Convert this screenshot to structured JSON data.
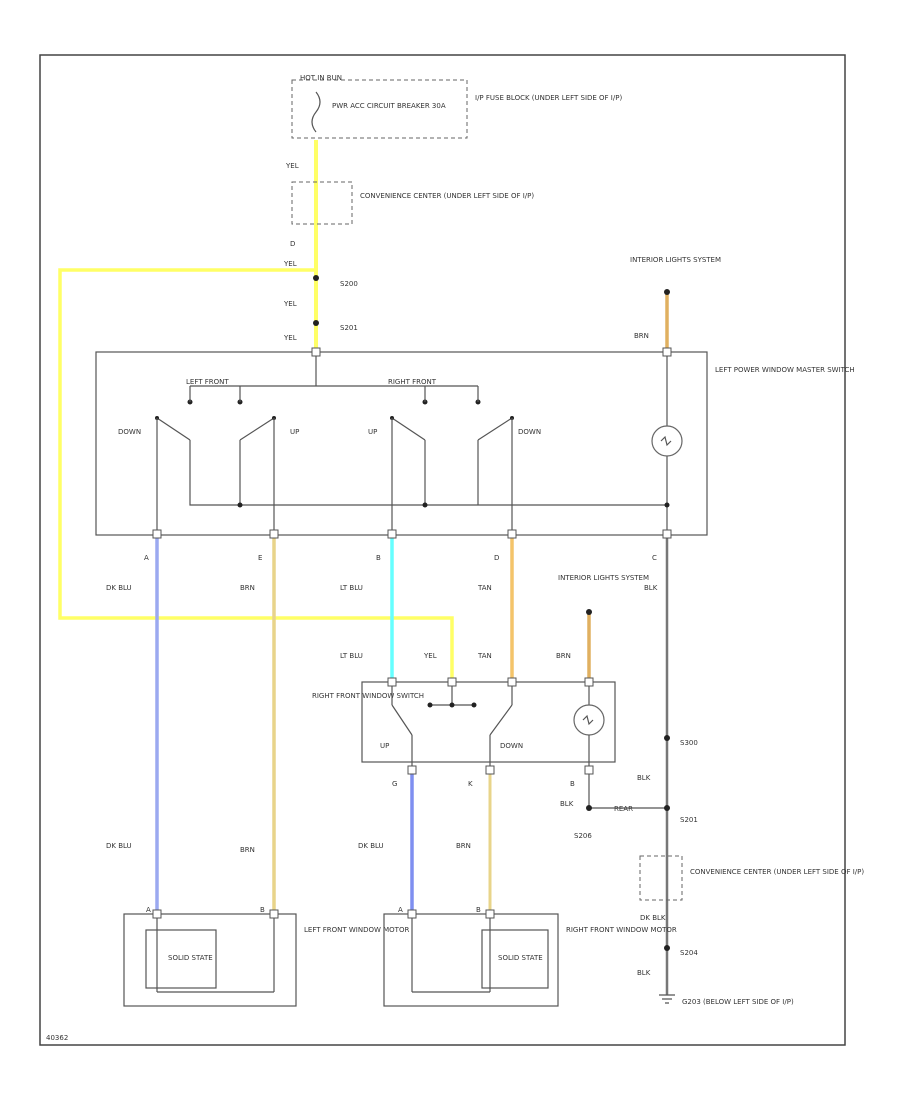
{
  "colors": {
    "YEL": "#ffff66",
    "DK_BLU": "#9ba9f0",
    "DK_BLU2": "#7f8ff0",
    "BRN": "#e8d48a",
    "TAN": "#f4c46a",
    "LT_BLU": "#66ffff",
    "BLK": "#777777",
    "ORANGE_BRN": "#e0b060"
  },
  "labels": {
    "hot_in_run": "HOT IN RUN",
    "pwr_acc_cb": "PWR ACC CIRCUIT BREAKER 30A",
    "ip_fuse_block": "I/P FUSE BLOCK (UNDER LEFT SIDE OF I/P)",
    "convenience_center_1": "CONVENIENCE CENTER (UNDER LEFT SIDE OF I/P)",
    "d_pin": "D",
    "yel_1": "YEL",
    "yel_2": "YEL",
    "yel_3": "YEL",
    "yel_4": "YEL",
    "s200": "S200",
    "s201": "S201",
    "interior_lights_1": "INTERIOR LIGHTS SYSTEM",
    "brn_top": "BRN",
    "left_master": "LEFT POWER WINDOW MASTER SWITCH",
    "left_front": "LEFT FRONT",
    "right_front": "RIGHT FRONT",
    "down_l": "DOWN",
    "up_l": "UP",
    "up_r": "UP",
    "down_r": "DOWN",
    "pin_a": "A",
    "pin_e": "E",
    "pin_b": "B",
    "pin_d": "D",
    "pin_c": "C",
    "dk_blu_1": "DK BLU",
    "brn_1": "BRN",
    "lt_blu_1": "LT BLU",
    "tan_1": "TAN",
    "blk_1": "BLK",
    "interior_lights_2": "INTERIOR LIGHTS SYSTEM",
    "lt_blu_2": "LT BLU",
    "yel_5": "YEL",
    "tan_2": "TAN",
    "brn_2": "BRN",
    "right_switch": "RIGHT FRONT WINDOW SWITCH",
    "up_rs": "UP",
    "down_rs": "DOWN",
    "g_pin": "G",
    "k_pin": "K",
    "b_pin2": "B",
    "s300": "S300",
    "blk_2": "BLK",
    "blk_3": "BLK",
    "rear": "REAR",
    "s201b": "S201",
    "s206": "S206",
    "dk_blu_2": "DK BLU",
    "brn_3": "BRN",
    "dk_blu_3": "DK BLU",
    "brn_4": "BRN",
    "convenience_center_2": "CONVENIENCE CENTER (UNDER LEFT SIDE OF I/P)",
    "dk_blk": "DK BLK",
    "s204": "S204",
    "blk_4": "BLK",
    "g203": "G203 (BELOW LEFT SIDE OF I/P)",
    "pin_a_m1": "A",
    "pin_b_m1": "B",
    "pin_a_m2": "A",
    "pin_b_m2": "B",
    "solid_state_1": "SOLID STATE",
    "solid_state_2": "SOLID STATE",
    "left_motor": "LEFT FRONT WINDOW MOTOR",
    "right_motor": "RIGHT FRONT WINDOW MOTOR",
    "diagram_id": "40362"
  }
}
